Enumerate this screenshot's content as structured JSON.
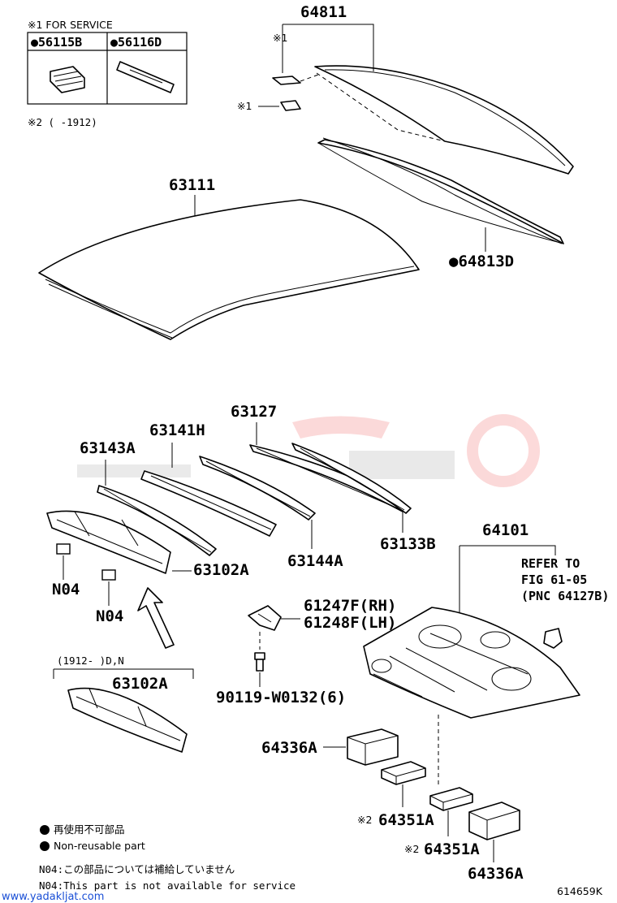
{
  "service_box": {
    "header": "※1 FOR SERVICE",
    "left_part": "●56115B",
    "right_part": "●56116D"
  },
  "note_range_top": "※2 (    -1912)",
  "note_range_bottom": "(1912-     )D,N",
  "marks": {
    "mark1_top": "※1",
    "mark1_clip": "※1",
    "mark2_a": "※2",
    "mark2_b": "※2"
  },
  "part_labels": {
    "p64811": "64811",
    "p64813D": "●64813D",
    "p63111": "63111",
    "p63127": "63127",
    "p63141H": "63141H",
    "p63143A": "63143A",
    "p63144A": "63144A",
    "p63133B": "63133B",
    "p63102A_top": "63102A",
    "p63102A_bottom": "63102A",
    "n04_a": "N04",
    "n04_b": "N04",
    "p61247F": "61247F(RH)",
    "p61248F": "61248F(LH)",
    "p90119": "90119-W0132(6)",
    "p64101": "64101",
    "p64336A_a": "64336A",
    "p64336A_b": "64336A",
    "p64351A_a": "64351A",
    "p64351A_b": "64351A"
  },
  "refer": {
    "line1": "REFER TO",
    "line2": "FIG 61-05",
    "line3": "(PNC 64127B)"
  },
  "legend": {
    "jp_nonreusable": "再使用不可部品",
    "en_nonreusable": "Non-reusable part",
    "jp_n04": "N04:この部品については補給していません",
    "en_n04": "N04:This part is not available for service"
  },
  "watermark": "www.yadakljat.com",
  "figure_code": "614659K"
}
